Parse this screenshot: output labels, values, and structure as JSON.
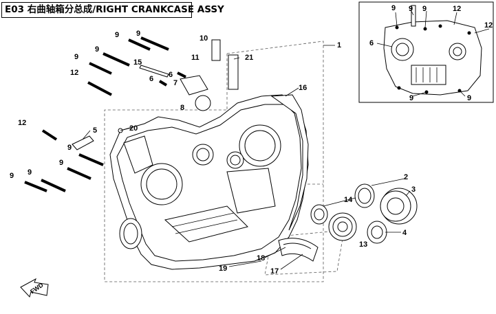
{
  "title": "E03 右曲轴箱分总成/RIGHT CRANKCASE ASSY",
  "fwd_label": "FWD",
  "callouts": {
    "c1": "1",
    "c2": "2",
    "c3": "3",
    "c4": "4",
    "c5": "5",
    "c6a": "6",
    "c6b": "6",
    "c7": "7",
    "c8": "8",
    "c9a": "9",
    "c9b": "9",
    "c9c": "9",
    "c9d": "9",
    "c9e": "9",
    "c9f": "9",
    "c9g": "9",
    "c9h": "9",
    "c10": "10",
    "c11": "11",
    "c12a": "12",
    "c12b": "12",
    "c13": "13",
    "c14": "14",
    "c15": "15",
    "c16": "16",
    "c17": "17",
    "c18": "18",
    "c19": "19",
    "c20": "20",
    "c21": "21"
  },
  "inset_callouts": {
    "i9a": "9",
    "i9b": "9",
    "i9c": "9",
    "i9d": "9",
    "i9e": "9",
    "i6": "6",
    "i12a": "12",
    "i12b": "12"
  }
}
